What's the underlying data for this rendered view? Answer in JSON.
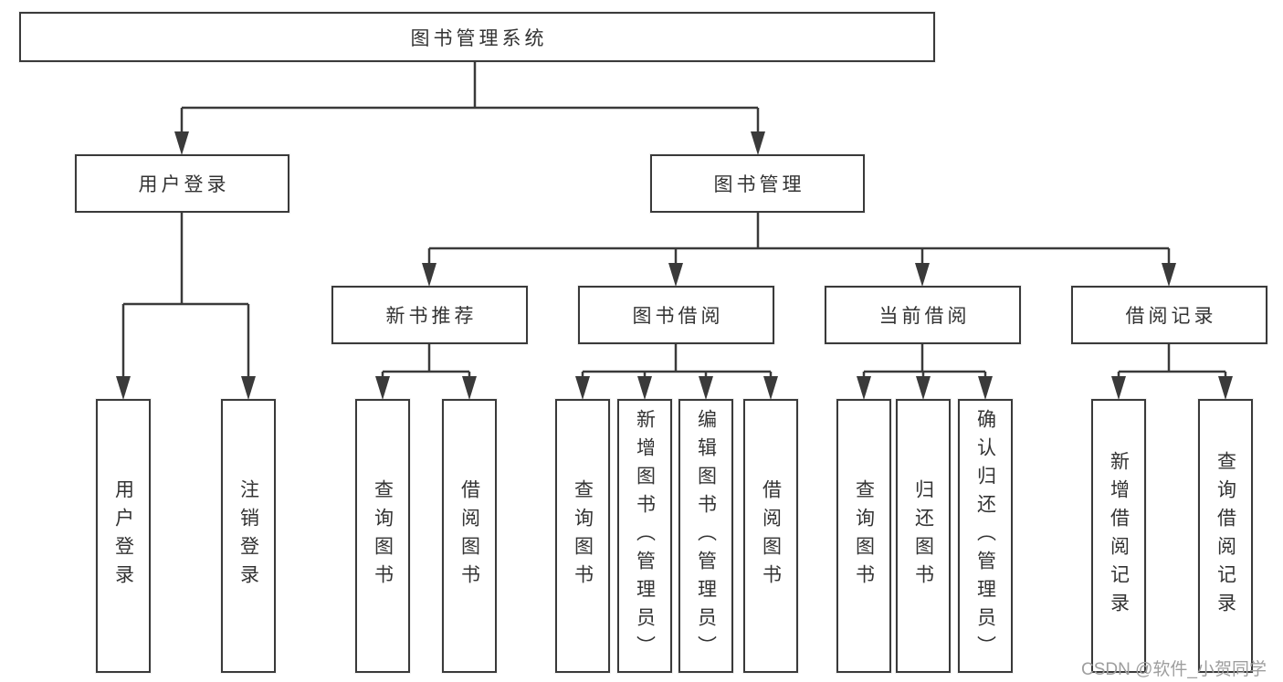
{
  "diagram": {
    "title": "图书管理系统",
    "nodes": {
      "root": {
        "label": "图书管理系统"
      },
      "login": {
        "label": "用户登录"
      },
      "books": {
        "label": "图书管理"
      },
      "newbook": {
        "label": "新书推荐"
      },
      "borrow": {
        "label": "图书借阅"
      },
      "current": {
        "label": "当前借阅"
      },
      "records": {
        "label": "借阅记录"
      },
      "leaf_login_1": {
        "label": "用户登录"
      },
      "leaf_login_2": {
        "label": "注销登录"
      },
      "leaf_new_1": {
        "label": "查询图书"
      },
      "leaf_new_2": {
        "label": "借阅图书"
      },
      "leaf_borrow_1": {
        "label": "查询图书"
      },
      "leaf_borrow_2": {
        "label": "新增图书（管理员）"
      },
      "leaf_borrow_3": {
        "label": "编辑图书（管理员）"
      },
      "leaf_borrow_4": {
        "label": "借阅图书"
      },
      "leaf_cur_1": {
        "label": "查询图书"
      },
      "leaf_cur_2": {
        "label": "归还图书"
      },
      "leaf_cur_3": {
        "label": "确认归还（管理员）"
      },
      "leaf_rec_1": {
        "label": "新增借阅记录"
      },
      "leaf_rec_2": {
        "label": "查询借阅记录"
      }
    }
  },
  "watermark": "CSDN @软件_小贺同学",
  "colors": {
    "line": "#3a3a3a",
    "text": "#333333",
    "watermark": "#9e9e9e",
    "background": "#ffffff"
  }
}
